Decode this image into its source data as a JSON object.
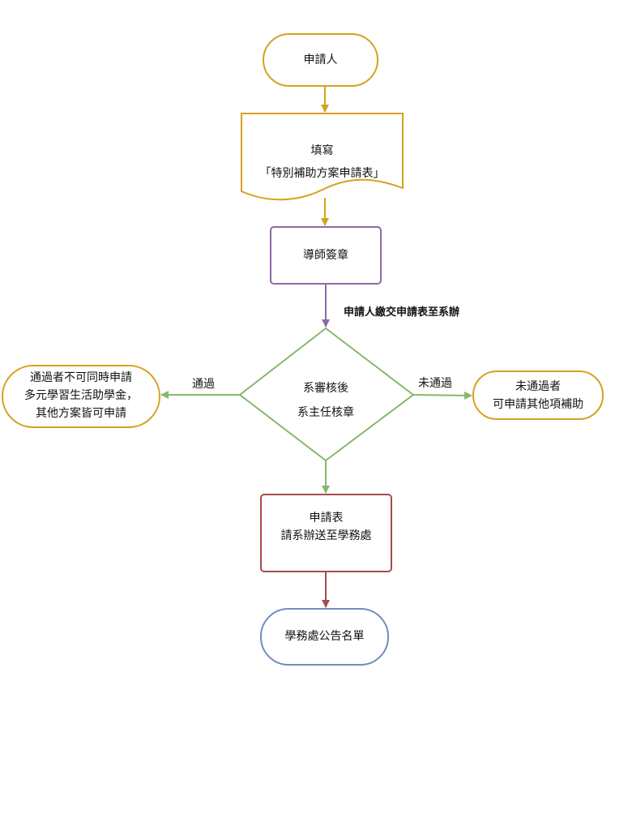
{
  "colors": {
    "gold": "#D6A21E",
    "purple": "#8C6BA8",
    "green": "#86B86A",
    "red": "#A94A4A",
    "blue": "#6E8EBD"
  },
  "nodes": {
    "applicant": "申請人",
    "fill_form": [
      "填寫",
      "「特別補助方案申請表」"
    ],
    "tutor_seal": "導師簽章",
    "dept_review": [
      "系審核後",
      "系主任核章"
    ],
    "pass_result": [
      "通過者不可同時申請",
      "多元學習生活助學金，",
      "其他方案皆可申請"
    ],
    "fail_result": [
      "未通過者",
      "可申請其他項補助"
    ],
    "forward_form": [
      "申請表",
      "請系辦送至學務處"
    ],
    "announce": "學務處公告名單"
  },
  "edges": {
    "submit_label": "申請人繳交申請表至系辦",
    "pass_label": "通過",
    "fail_label": "未通過"
  }
}
